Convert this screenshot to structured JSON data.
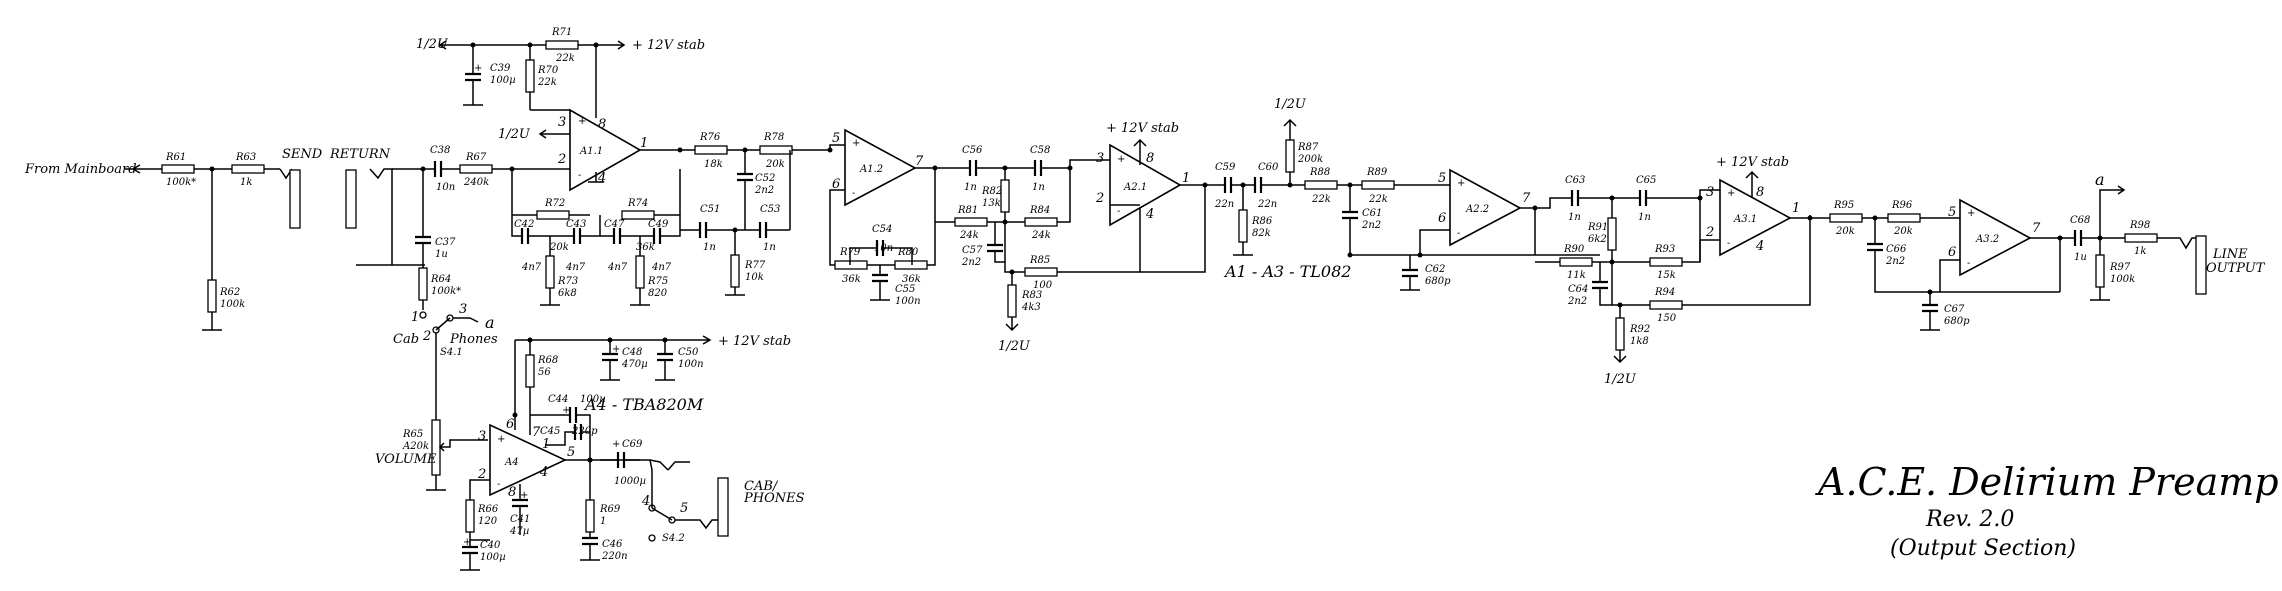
{
  "title": {
    "main": "A.C.E. Delirium Preamp",
    "rev": "Rev. 2.0",
    "section": "(Output Section)"
  },
  "labels": {
    "from_mainboard": "From Mainboard",
    "send": "SEND",
    "return": "RETURN",
    "volume": "VOLUME",
    "cab": "Cab",
    "phones": "Phones",
    "cab_phones_1": "CAB/",
    "cab_phones_2": "PHONES",
    "line_output_1": "LINE",
    "line_output_2": "OUTPUT",
    "half_u": "1/2U",
    "v12_stab": "+ 12V stab",
    "a": "a",
    "a1a3_note": "A1 - A3 - TL082",
    "a4_note": "A4 - TBA820M"
  },
  "switch_pins": {
    "p1": "1",
    "p2": "2",
    "p3": "3",
    "p4": "4",
    "p5": "5",
    "s41": "S4.1",
    "s42": "S4.2"
  },
  "opamps": [
    {
      "name": "A1.1",
      "in_plus": "3",
      "in_minus": "2",
      "out": "1",
      "vcc": "8",
      "gnd": "4"
    },
    {
      "name": "A1.2",
      "in_plus": "5",
      "in_minus": "6",
      "out": "7"
    },
    {
      "name": "A2.1",
      "in_plus": "3",
      "in_minus": "2",
      "out": "1",
      "vcc": "8",
      "gnd": "4"
    },
    {
      "name": "A2.2",
      "in_plus": "5",
      "in_minus": "6",
      "out": "7"
    },
    {
      "name": "A3.1",
      "in_plus": "3",
      "in_minus": "2",
      "out": "1",
      "vcc": "8",
      "gnd": "4"
    },
    {
      "name": "A3.2",
      "in_plus": "5",
      "in_minus": "6",
      "out": "7"
    },
    {
      "name": "A4",
      "in_plus": "3",
      "in_minus": "2",
      "out": "5",
      "p6": "6",
      "p7": "7",
      "p1": "1",
      "p8": "8",
      "gnd": "4"
    }
  ],
  "components": {
    "R61": {
      "ref": "R61",
      "val": "100k*"
    },
    "R62": {
      "ref": "R62",
      "val": "100k"
    },
    "R63": {
      "ref": "R63",
      "val": "1k"
    },
    "C38": {
      "ref": "C38",
      "val": "10n"
    },
    "C37": {
      "ref": "C37",
      "val": "1u"
    },
    "R64": {
      "ref": "R64",
      "val": "100k*"
    },
    "R67": {
      "ref": "R67",
      "val": "240k"
    },
    "R71": {
      "ref": "R71",
      "val": "22k"
    },
    "C39": {
      "ref": "C39",
      "val": "100µ"
    },
    "R70": {
      "ref": "R70",
      "val": "22k"
    },
    "R72": {
      "ref": "R72",
      "val": "20k"
    },
    "R74": {
      "ref": "R74",
      "val": "36k"
    },
    "C42": {
      "ref": "C42",
      "val": "4n7"
    },
    "C43": {
      "ref": "C43",
      "val": "4n7"
    },
    "C47": {
      "ref": "C47",
      "val": "4n7"
    },
    "C49": {
      "ref": "C49",
      "val": "4n7"
    },
    "R73": {
      "ref": "R73",
      "val": "6k8"
    },
    "R75": {
      "ref": "R75",
      "val": "820"
    },
    "R76": {
      "ref": "R76",
      "val": "18k"
    },
    "R78": {
      "ref": "R78",
      "val": "20k"
    },
    "C52": {
      "ref": "C52",
      "val": "2n2"
    },
    "C51": {
      "ref": "C51",
      "val": "1n"
    },
    "C53": {
      "ref": "C53",
      "val": "1n"
    },
    "R77": {
      "ref": "R77",
      "val": "10k"
    },
    "R79": {
      "ref": "R79",
      "val": "36k"
    },
    "C54": {
      "ref": "C54",
      "val": "10n"
    },
    "R80": {
      "ref": "R80",
      "val": "36k"
    },
    "C55": {
      "ref": "C55",
      "val": "100n"
    },
    "C56": {
      "ref": "C56",
      "val": "1n"
    },
    "C58": {
      "ref": "C58",
      "val": "1n"
    },
    "R82": {
      "ref": "R82",
      "val": "13k"
    },
    "R81": {
      "ref": "R81",
      "val": "24k"
    },
    "R84": {
      "ref": "R84",
      "val": "24k"
    },
    "C57": {
      "ref": "C57",
      "val": "2n2"
    },
    "R85": {
      "ref": "R85",
      "val": "100"
    },
    "R83": {
      "ref": "R83",
      "val": "4k3"
    },
    "C59": {
      "ref": "C59",
      "val": "22n"
    },
    "C60": {
      "ref": "C60",
      "val": "22n"
    },
    "R87": {
      "ref": "R87",
      "val": "200k"
    },
    "R86": {
      "ref": "R86",
      "val": "82k"
    },
    "R88": {
      "ref": "R88",
      "val": "22k"
    },
    "R89": {
      "ref": "R89",
      "val": "22k"
    },
    "C61": {
      "ref": "C61",
      "val": "2n2"
    },
    "C62": {
      "ref": "C62",
      "val": "680p"
    },
    "C63": {
      "ref": "C63",
      "val": "1n"
    },
    "C65": {
      "ref": "C65",
      "val": "1n"
    },
    "R91": {
      "ref": "R91",
      "val": "6k2"
    },
    "R90": {
      "ref": "R90",
      "val": "11k"
    },
    "R93": {
      "ref": "R93",
      "val": "15k"
    },
    "C64": {
      "ref": "C64",
      "val": "2n2"
    },
    "R94": {
      "ref": "R94",
      "val": "150"
    },
    "R92": {
      "ref": "R92",
      "val": "1k8"
    },
    "R95": {
      "ref": "R95",
      "val": "20k"
    },
    "R96": {
      "ref": "R96",
      "val": "20k"
    },
    "C66": {
      "ref": "C66",
      "val": "2n2"
    },
    "C67": {
      "ref": "C67",
      "val": "680p"
    },
    "C68": {
      "ref": "C68",
      "val": "1u"
    },
    "R98": {
      "ref": "R98",
      "val": "1k"
    },
    "R97": {
      "ref": "R97",
      "val": "100k"
    },
    "R65": {
      "ref": "R65",
      "val": "A20k"
    },
    "R68": {
      "ref": "R68",
      "val": "56"
    },
    "C48": {
      "ref": "C48",
      "val": "470µ"
    },
    "C50": {
      "ref": "C50",
      "val": "100n"
    },
    "C44": {
      "ref": "C44",
      "val": "100µ"
    },
    "C45": {
      "ref": "C45",
      "val": "220p"
    },
    "C69": {
      "ref": "C69",
      "val": "1000µ"
    },
    "R66": {
      "ref": "R66",
      "val": "120"
    },
    "C41": {
      "ref": "C41",
      "val": "47µ"
    },
    "C40": {
      "ref": "C40",
      "val": "100µ"
    },
    "R69": {
      "ref": "R69",
      "val": "1"
    },
    "C46": {
      "ref": "C46",
      "val": "220n"
    }
  }
}
